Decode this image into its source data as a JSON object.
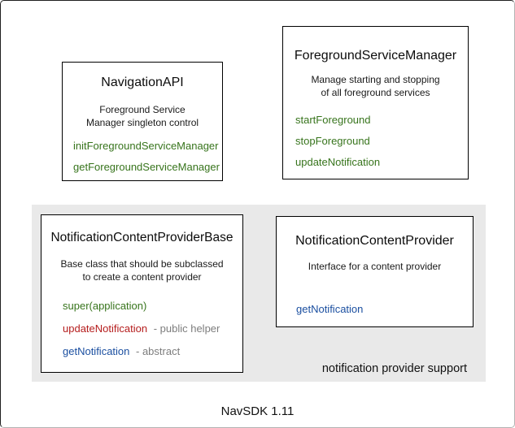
{
  "colors": {
    "method_green": "#37741c",
    "method_red": "#b51d1d",
    "method_blue": "#1b4fa0",
    "note_gray": "#7d7d7d",
    "panel_bg": "#e9e9e9"
  },
  "boxes": {
    "navigationApi": {
      "title": "NavigationAPI",
      "description": "Foreground Service\nManager singleton control",
      "methods": [
        {
          "label": "initForegroundServiceManager",
          "color": "green"
        },
        {
          "label": "getForegroundServiceManager",
          "color": "green"
        }
      ]
    },
    "foregroundServiceManager": {
      "title": "ForegroundServiceManager",
      "description": "Manage starting and stopping\nof all foreground services",
      "methods": [
        {
          "label": "startForeground",
          "color": "green"
        },
        {
          "label": "stopForeground",
          "color": "green"
        },
        {
          "label": "updateNotification",
          "color": "green"
        }
      ]
    },
    "notificationContentProviderBase": {
      "title": "NotificationContentProviderBase",
      "description": "Base class that should be subclassed\nto create a content provider",
      "methods": [
        {
          "label": "super(application)",
          "color": "green"
        },
        {
          "label": "updateNotification",
          "color": "red",
          "note": "- public helper"
        },
        {
          "label": "getNotification",
          "color": "blue",
          "note": "- abstract"
        }
      ]
    },
    "notificationContentProvider": {
      "title": "NotificationContentProvider",
      "description": "Interface for a content provider",
      "methods": [
        {
          "label": "getNotification",
          "color": "blue"
        }
      ]
    }
  },
  "panel": {
    "label": "notification provider support"
  },
  "footer": {
    "label": "NavSDK 1.11"
  }
}
